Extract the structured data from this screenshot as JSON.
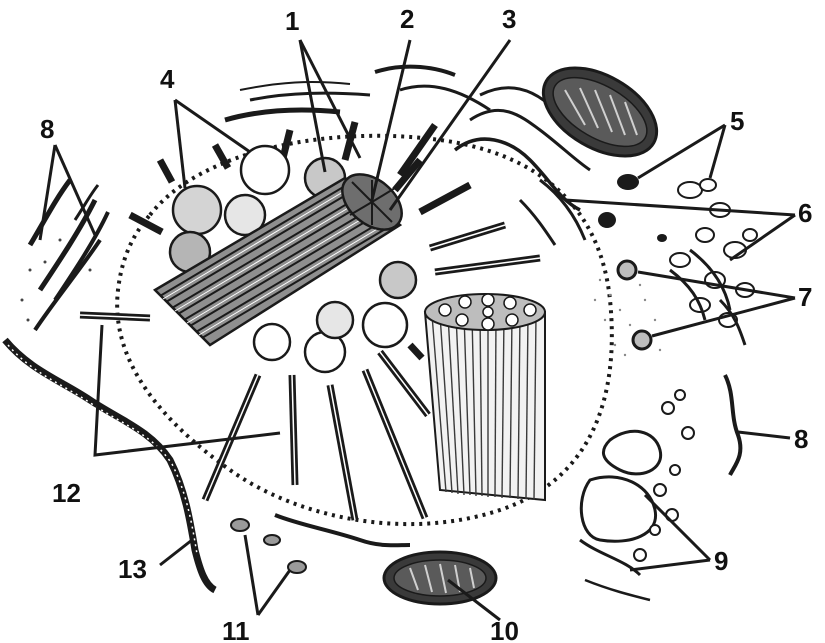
{
  "labels": {
    "l1": "1",
    "l2": "2",
    "l3": "3",
    "l4": "4",
    "l5": "5",
    "l6": "6",
    "l7": "7",
    "l8a": "8",
    "l8b": "8",
    "l9": "9",
    "l10": "10",
    "l11": "11",
    "l12": "12",
    "l13": "13"
  },
  "colors": {
    "ink": "#1a1a1a",
    "background": "#ffffff",
    "shade": "#9a9a9a"
  }
}
